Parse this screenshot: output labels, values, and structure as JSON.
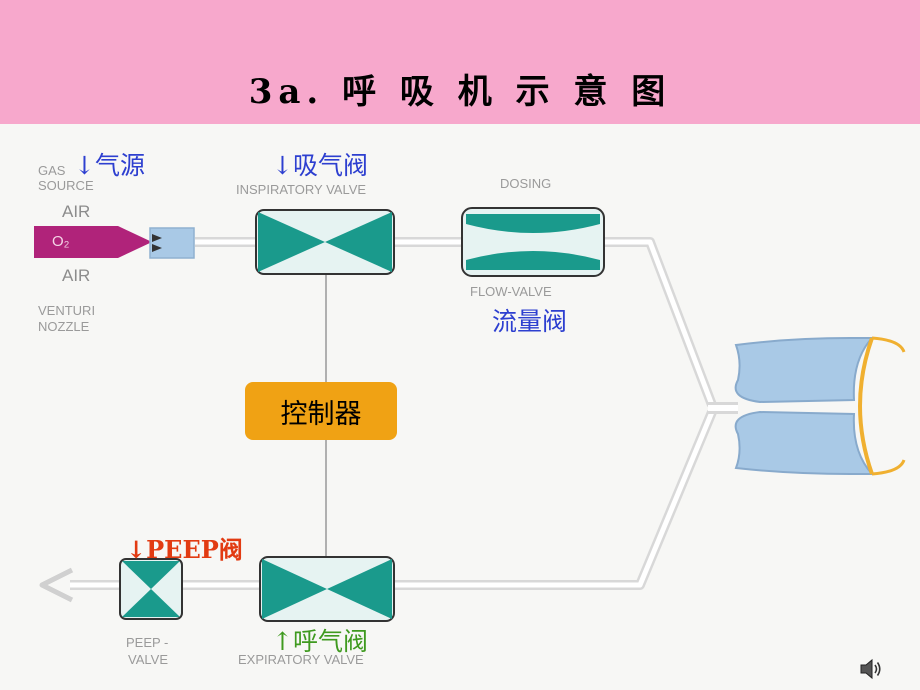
{
  "title": "3a. 呼 吸 机 示 意 图",
  "labels": {
    "gas_source": [
      "GAS",
      "SOURCE"
    ],
    "air_top": "AIR",
    "o2": "O₂",
    "air_bottom": "AIR",
    "venturi_nozzle": [
      "VENTURI",
      "NOZZLE"
    ],
    "inspiratory_valve": "INSPIRATORY VALVE",
    "dosing": "DOSING",
    "flow_valve": "FLOW-VALVE",
    "peep_valve": [
      "PEEP -",
      "VALVE"
    ],
    "expiratory_valve": "EXPIRATORY VALVE"
  },
  "annotations": {
    "gas_source_cn": "↓气源",
    "inspiratory_valve_cn": "↓吸气阀",
    "flow_valve_cn": "流量阀",
    "controller_cn": "控制器",
    "peep_valve_cn": "↓PEEP阀",
    "expiratory_valve_cn": "↑呼气阀"
  },
  "colors": {
    "header": "#f7a8cc",
    "valve": "#1a9a8c",
    "controller": "#f0a214",
    "lung": "#a9c9e6",
    "o2_arrow": "#b0237a"
  },
  "icons": {
    "speaker": "speaker-icon"
  }
}
